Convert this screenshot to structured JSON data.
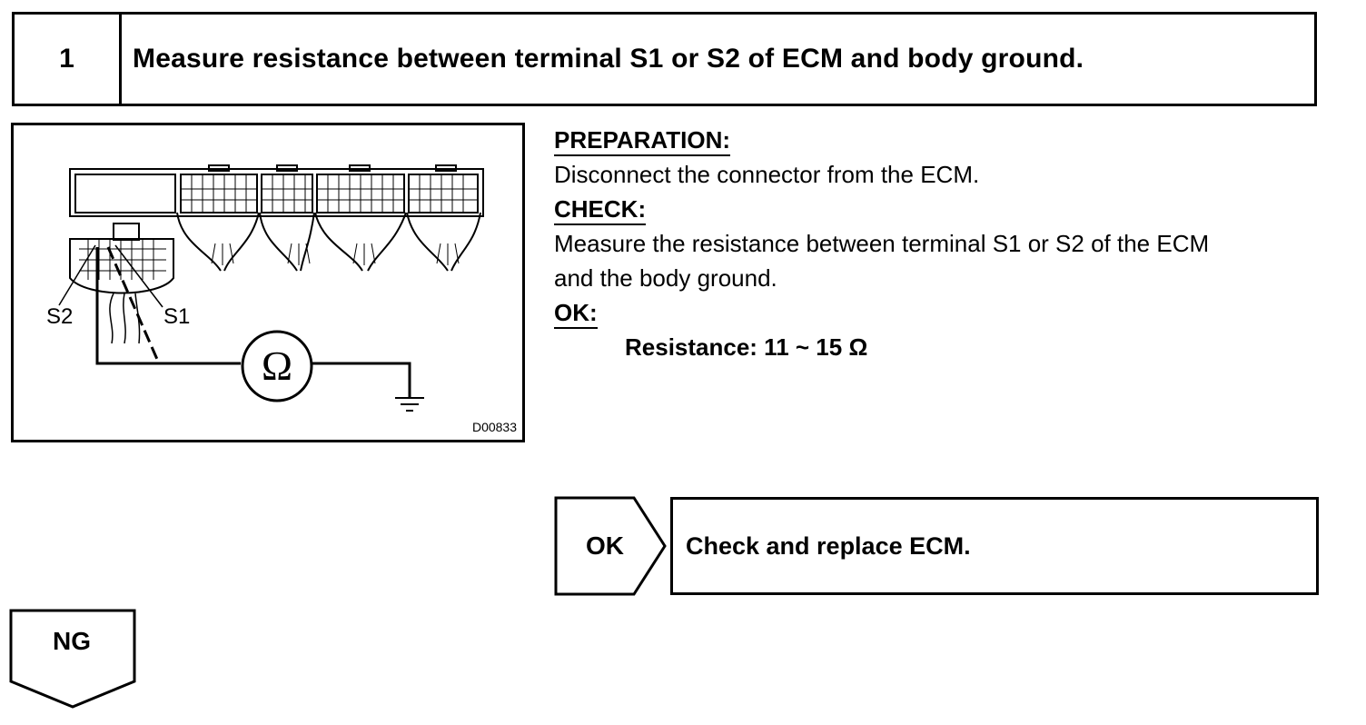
{
  "step": {
    "number": "1",
    "title": "Measure resistance between terminal S1 or S2 of ECM and body ground."
  },
  "diagram": {
    "label_s2": "S2",
    "label_s1": "S1",
    "ohm_symbol": "Ω",
    "figure_code": "D00833"
  },
  "instructions": {
    "preparation_heading": "PREPARATION:",
    "preparation_text": "Disconnect the connector from the ECM.",
    "check_heading": "CHECK:",
    "check_text_line1": "Measure the resistance between terminal S1 or S2 of the ECM",
    "check_text_line2": "and the body ground.",
    "ok_heading": "OK:",
    "ok_spec": "Resistance: 11 ~ 15 Ω"
  },
  "ok_branch": {
    "tag": "OK",
    "action": "Check and replace ECM."
  },
  "ng_branch": {
    "tag": "NG"
  }
}
